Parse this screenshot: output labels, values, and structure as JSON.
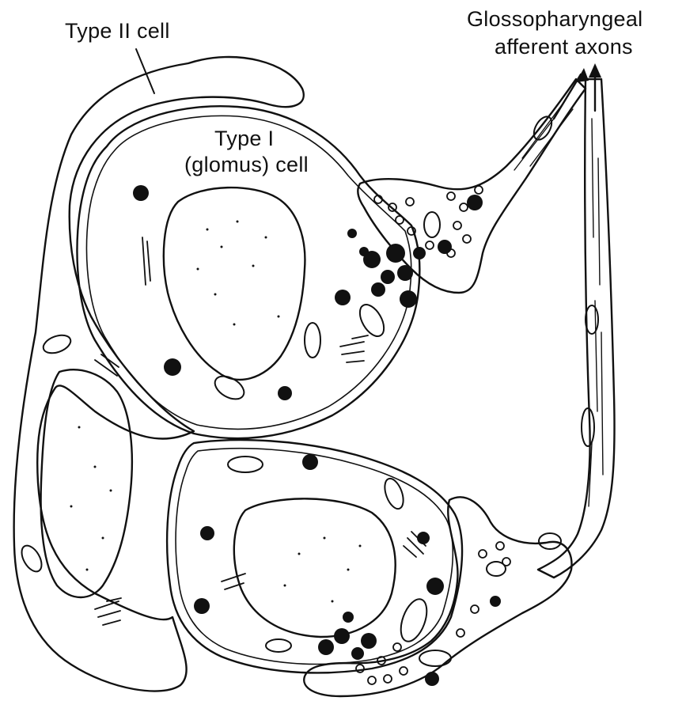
{
  "labels": {
    "type_ii_cell": "Type II cell",
    "type_i_cell_line1": "Type I",
    "type_i_cell_line2": "(glomus) cell",
    "afferent_line1": "Glossopharyngeal",
    "afferent_line2": "afferent axons"
  },
  "colors": {
    "ink": "#111111",
    "background": "#ffffff"
  }
}
